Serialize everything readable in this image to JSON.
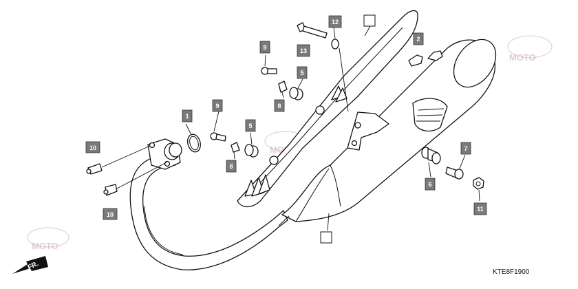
{
  "diagram_code": "KTE8F1900",
  "front_label": "FR.",
  "watermark_text": "MOTO",
  "callouts": [
    {
      "label": "1"
    },
    {
      "label": "2"
    },
    {
      "label": "5"
    },
    {
      "label": "5"
    },
    {
      "label": "6"
    },
    {
      "label": "7"
    },
    {
      "label": "8"
    },
    {
      "label": "8"
    },
    {
      "label": "9"
    },
    {
      "label": "9"
    },
    {
      "label": "10"
    },
    {
      "label": "10"
    },
    {
      "label": "11"
    },
    {
      "label": "12"
    },
    {
      "label": "13"
    },
    {
      "label": ""
    },
    {
      "label": ""
    }
  ],
  "colors": {
    "callout_fill": "#7a7a7a",
    "line": "#111111",
    "watermark": "#c9a6b3"
  }
}
